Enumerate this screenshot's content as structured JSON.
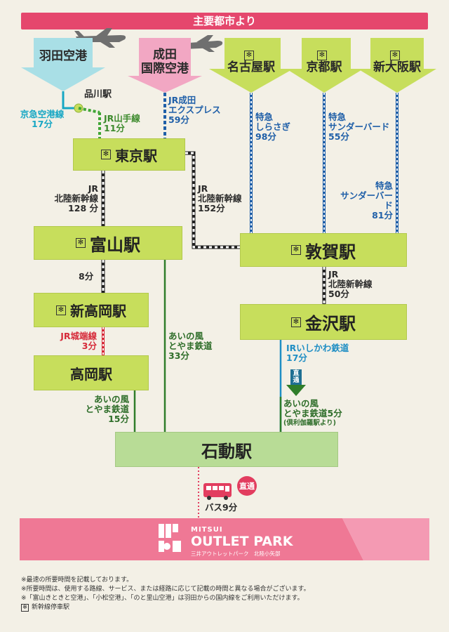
{
  "header": {
    "title": "主要都市より"
  },
  "origins": {
    "haneda": "羽田空港",
    "narita_line1": "成田",
    "narita_line2": "国際空港",
    "nagoya": "名古屋駅",
    "kyoto": "京都駅",
    "shinosaka": "新大阪駅"
  },
  "stations": {
    "shinagawa": "品川駅",
    "tokyo": "東京駅",
    "toyama": "富山駅",
    "tsuruga": "敦賀駅",
    "shintakaoka": "新高岡駅",
    "kanazawa": "金沢駅",
    "takaoka": "高岡駅",
    "isurugi": "石動駅"
  },
  "routes": {
    "keikyu_name": "京急空港線",
    "keikyu_time": "17分",
    "yamanote_name": "JR山手線",
    "yamanote_time": "11分",
    "nex_name1": "JR成田",
    "nex_name2": "エクスプレス",
    "nex_time": "59分",
    "shirasagi_1": "特急",
    "shirasagi_2": "しらさぎ",
    "shirasagi_time": "98分",
    "tb_kyoto_1": "特急",
    "tb_kyoto_2": "サンダーバード",
    "tb_kyoto_time": "55分",
    "tb_osaka_1": "特急",
    "tb_osaka_2": "サンダーバード",
    "tb_osaka_time": "81分",
    "hokuriku_toyama_1": "JR",
    "hokuriku_toyama_2": "北陸新幹線",
    "hokuriku_toyama_time": "128 分",
    "hokuriku_tsuruga_1": "JR",
    "hokuriku_tsuruga_2": "北陸新幹線",
    "hokuriku_tsuruga_time": "152分",
    "toyama_shintakaoka_time": "8分",
    "johana_name": "JR城端線",
    "johana_time": "3分",
    "ainokaze_toyama_1": "あいの風",
    "ainokaze_toyama_2": "とやま鉄道",
    "ainokaze_toyama_time": "33分",
    "tsuruga_kanazawa_1": "JR",
    "tsuruga_kanazawa_2": "北陸新幹線",
    "tsuruga_kanazawa_time": "50分",
    "ir_name": "IRいしかわ鉄道",
    "ir_time": "17分",
    "direct_label": "直通",
    "ainokaze_kanazawa_1": "あいの風",
    "ainokaze_kanazawa_2": "とやま鉄道5分",
    "ainokaze_kanazawa_note": "(倶利伽羅駅より)",
    "ainokaze_takaoka_1": "あいの風",
    "ainokaze_takaoka_2": "とやま鉄道",
    "ainokaze_takaoka_time": "15分",
    "bus_badge": "直通",
    "bus_time": "バス9分"
  },
  "destination": {
    "brand_small": "MITSUI",
    "brand_large": "OUTLET PARK",
    "brand_sub": "三井アウトレットパーク　北陸小矢部"
  },
  "notes": [
    "※最速の所要時間を記載しております。",
    "※所要時間は、使用する路線、サービス、または経路に応じて記載の時間と異なる場合がございます。",
    "※「富山きときと空港」、「小松空港」、「のと里山空港」は羽田からの国内線をご利用いただけます。"
  ],
  "legend_label": "新幹線停車駅",
  "colors": {
    "header": "#e5476d",
    "station_green": "#c7de5c",
    "isurugi_green": "#b8dc96",
    "arrow_cyan": "#a9dfe6",
    "arrow_pink": "#f2a7c3",
    "outlet_pink": "#ef7895",
    "bus_red": "#e23d5f"
  }
}
